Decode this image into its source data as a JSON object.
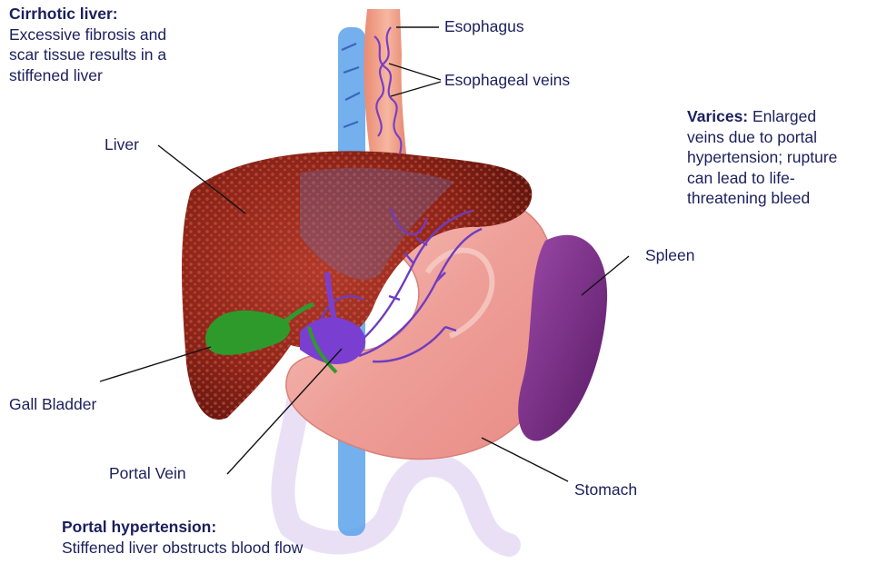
{
  "title": "",
  "callouts": {
    "cirrhotic": {
      "heading": "Cirrhotic liver:",
      "lines": [
        "Excessive fibrosis and",
        "scar tissue results in a",
        "stiffened liver"
      ]
    },
    "varices": {
      "heading": "Varices:",
      "first_line_rest": " Enlarged",
      "lines": [
        "veins due to portal",
        "hypertension; rupture",
        "can lead to life-",
        "threatening bleed"
      ]
    },
    "portal_hypertension": {
      "heading": "Portal hypertension:",
      "lines": [
        "Stiffened liver obstructs blood flow"
      ]
    }
  },
  "labels": {
    "esophagus": "Esophagus",
    "esophageal_veins": "Esophageal veins",
    "liver": "Liver",
    "spleen": "Spleen",
    "gall_bladder": "Gall Bladder",
    "portal_vein": "Portal Vein",
    "stomach": "Stomach"
  },
  "colors": {
    "text": "#1b1f5c",
    "liver": "#8f2418",
    "stomach": "#efa7a0",
    "spleen": "#7a2a86",
    "vein": "#6f3cc0",
    "vena_cava": "#5aa2ea",
    "gall_bladder": "#2f9a2c"
  }
}
